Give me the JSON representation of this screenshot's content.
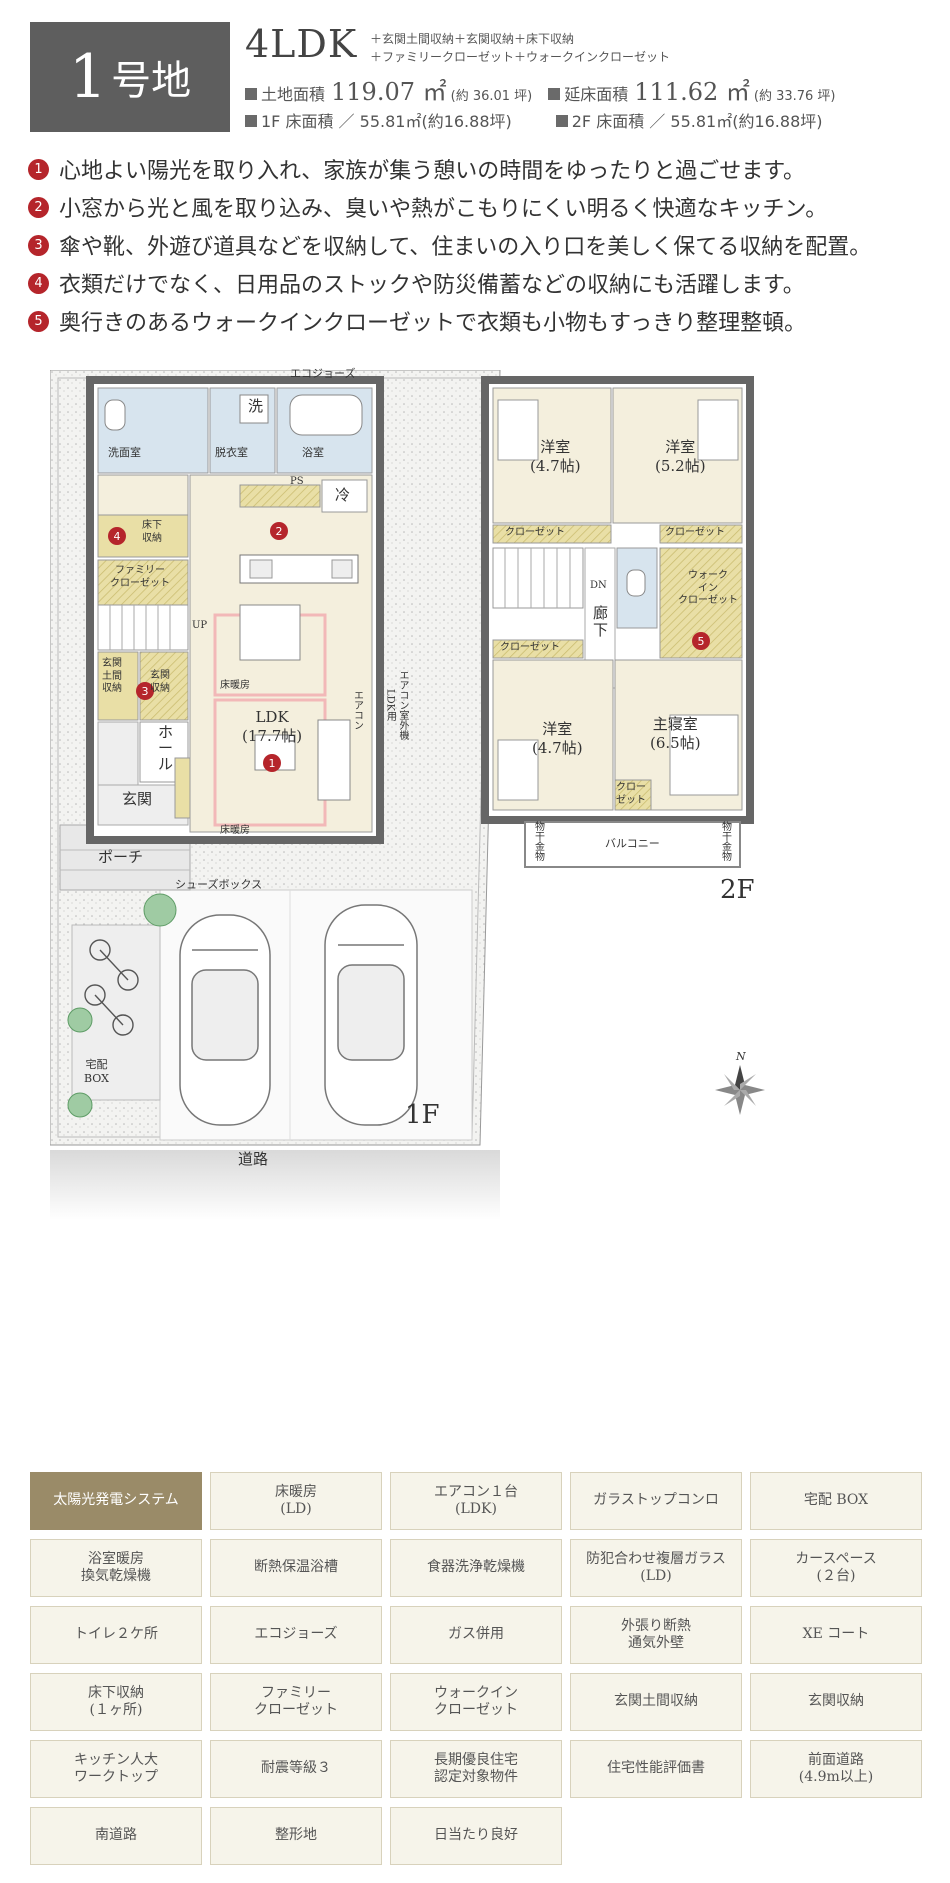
{
  "header": {
    "lot_number": "1",
    "lot_suffix": "号地",
    "layout_type": "4LDK",
    "extras_line1": "＋玄関土間収納＋玄関収納＋床下収納",
    "extras_line2": "＋ファミリークローゼット＋ウォークインクローゼット",
    "land_area_label": "土地面積",
    "land_area_value": "119.07 ㎡",
    "land_area_tsubo": "(約 36.01 坪)",
    "floor_area_label": "延床面積",
    "floor_area_value": "111.62 ㎡",
    "floor_area_tsubo": "(約 33.76 坪)",
    "f1_area": "1F 床面積 ／ 55.81㎡(約16.88坪)",
    "f2_area": "2F 床面積 ／ 55.81㎡(約16.88坪)"
  },
  "features": [
    {
      "num": "1",
      "text": "心地よい陽光を取り入れ、家族が集う憩いの時間をゆったりと過ごせます。"
    },
    {
      "num": "2",
      "text": "小窓から光と風を取り込み、臭いや熱がこもりにくい明るく快適なキッチン。"
    },
    {
      "num": "3",
      "text": "傘や靴、外遊び道具などを収納して、住まいの入り口を美しく保てる収納を配置。"
    },
    {
      "num": "4",
      "text": "衣類だけでなく、日用品のストックや防災備蓄などの収納にも活躍します。"
    },
    {
      "num": "5",
      "text": "奥行きのあるウォークインクローゼットで衣類も小物もすっきり整理整頓。"
    }
  ],
  "plan": {
    "ecojozu": "エコジョーズ",
    "wash": "洗",
    "senmen": "洗面室",
    "datsui": "脱衣室",
    "yokushitsu": "浴室",
    "ps": "PS",
    "rei": "冷",
    "yukashita": "床下\n収納",
    "family": "ファミリー\nクローゼット",
    "up": "UP",
    "genkan_doma": "玄関\n土間\n収納",
    "genkan_shuno": "玄関\n収納",
    "yukadanbo1": "床暖房",
    "yukadanbo2": "床暖房",
    "ldk": "LDK\n(17.7帖)",
    "aircon": "エアコン",
    "aircon_outdoor": "エアコン室外機\nLDK用",
    "hall": "ホ\nー\nル",
    "genkan": "玄関",
    "porch": "ポーチ",
    "shoes": "シューズボックス",
    "takuhai": "宅配\nBOX",
    "road": "道路",
    "f1": "1F",
    "f2": "2F",
    "yoshitsu1": "洋室\n(4.7帖)",
    "yoshitsu2": "洋室\n(5.2帖)",
    "closet1": "クローゼット",
    "closet2": "クローゼット",
    "closet3": "クローゼット",
    "dn": "DN",
    "rouka": "廊\n下",
    "wic": "ウォーク\nイン\nクローゼット",
    "yoshitsu3": "洋室\n(4.7帖)",
    "master": "主寝室\n(6.5帖)",
    "closet_small": "クロー\nゼット",
    "balcony": "バルコニー",
    "hoshi1": "物\n干\n金\n物",
    "hoshi2": "物\n干\n金\n物",
    "compass_n": "N"
  },
  "equipment": [
    {
      "label": "太陽光発電システム",
      "on": true
    },
    {
      "label": "床暖房\n(LD)",
      "on": false
    },
    {
      "label": "エアコン１台\n(LDK)",
      "on": false
    },
    {
      "label": "ガラストップコンロ",
      "on": false
    },
    {
      "label": "宅配 BOX",
      "on": false
    },
    {
      "label": "浴室暖房\n換気乾燥機",
      "on": false
    },
    {
      "label": "断熱保温浴槽",
      "on": false
    },
    {
      "label": "食器洗浄乾燥機",
      "on": false
    },
    {
      "label": "防犯合わせ複層ガラス\n(LD)",
      "on": false
    },
    {
      "label": "カースペース\n(２台)",
      "on": false
    },
    {
      "label": "トイレ２ケ所",
      "on": false
    },
    {
      "label": "エコジョーズ",
      "on": false
    },
    {
      "label": "ガス併用",
      "on": false
    },
    {
      "label": "外張り断熱\n通気外壁",
      "on": false
    },
    {
      "label": "XE コート",
      "on": false
    },
    {
      "label": "床下収納\n(１ヶ所)",
      "on": false
    },
    {
      "label": "ファミリー\nクローゼット",
      "on": false
    },
    {
      "label": "ウォークイン\nクローゼット",
      "on": false
    },
    {
      "label": "玄関土間収納",
      "on": false
    },
    {
      "label": "玄関収納",
      "on": false
    },
    {
      "label": "キッチン人大\nワークトップ",
      "on": false
    },
    {
      "label": "耐震等級３",
      "on": false
    },
    {
      "label": "長期優良住宅\n認定対象物件",
      "on": false
    },
    {
      "label": "住宅性能評価書",
      "on": false
    },
    {
      "label": "前面道路\n(4.9m以上)",
      "on": false
    },
    {
      "label": "南道路",
      "on": false
    },
    {
      "label": "整形地",
      "on": false
    },
    {
      "label": "日当たり良好",
      "on": false
    }
  ],
  "colors": {
    "accent_red": "#b5252b",
    "badge_gray": "#5e5e5e",
    "equip_highlight": "#9a8b68",
    "equip_bg": "#f6f4ea",
    "room_cream": "#f4efdd",
    "wet_blue": "#d7e4ee",
    "storage_yellow": "#e9dfa6"
  }
}
